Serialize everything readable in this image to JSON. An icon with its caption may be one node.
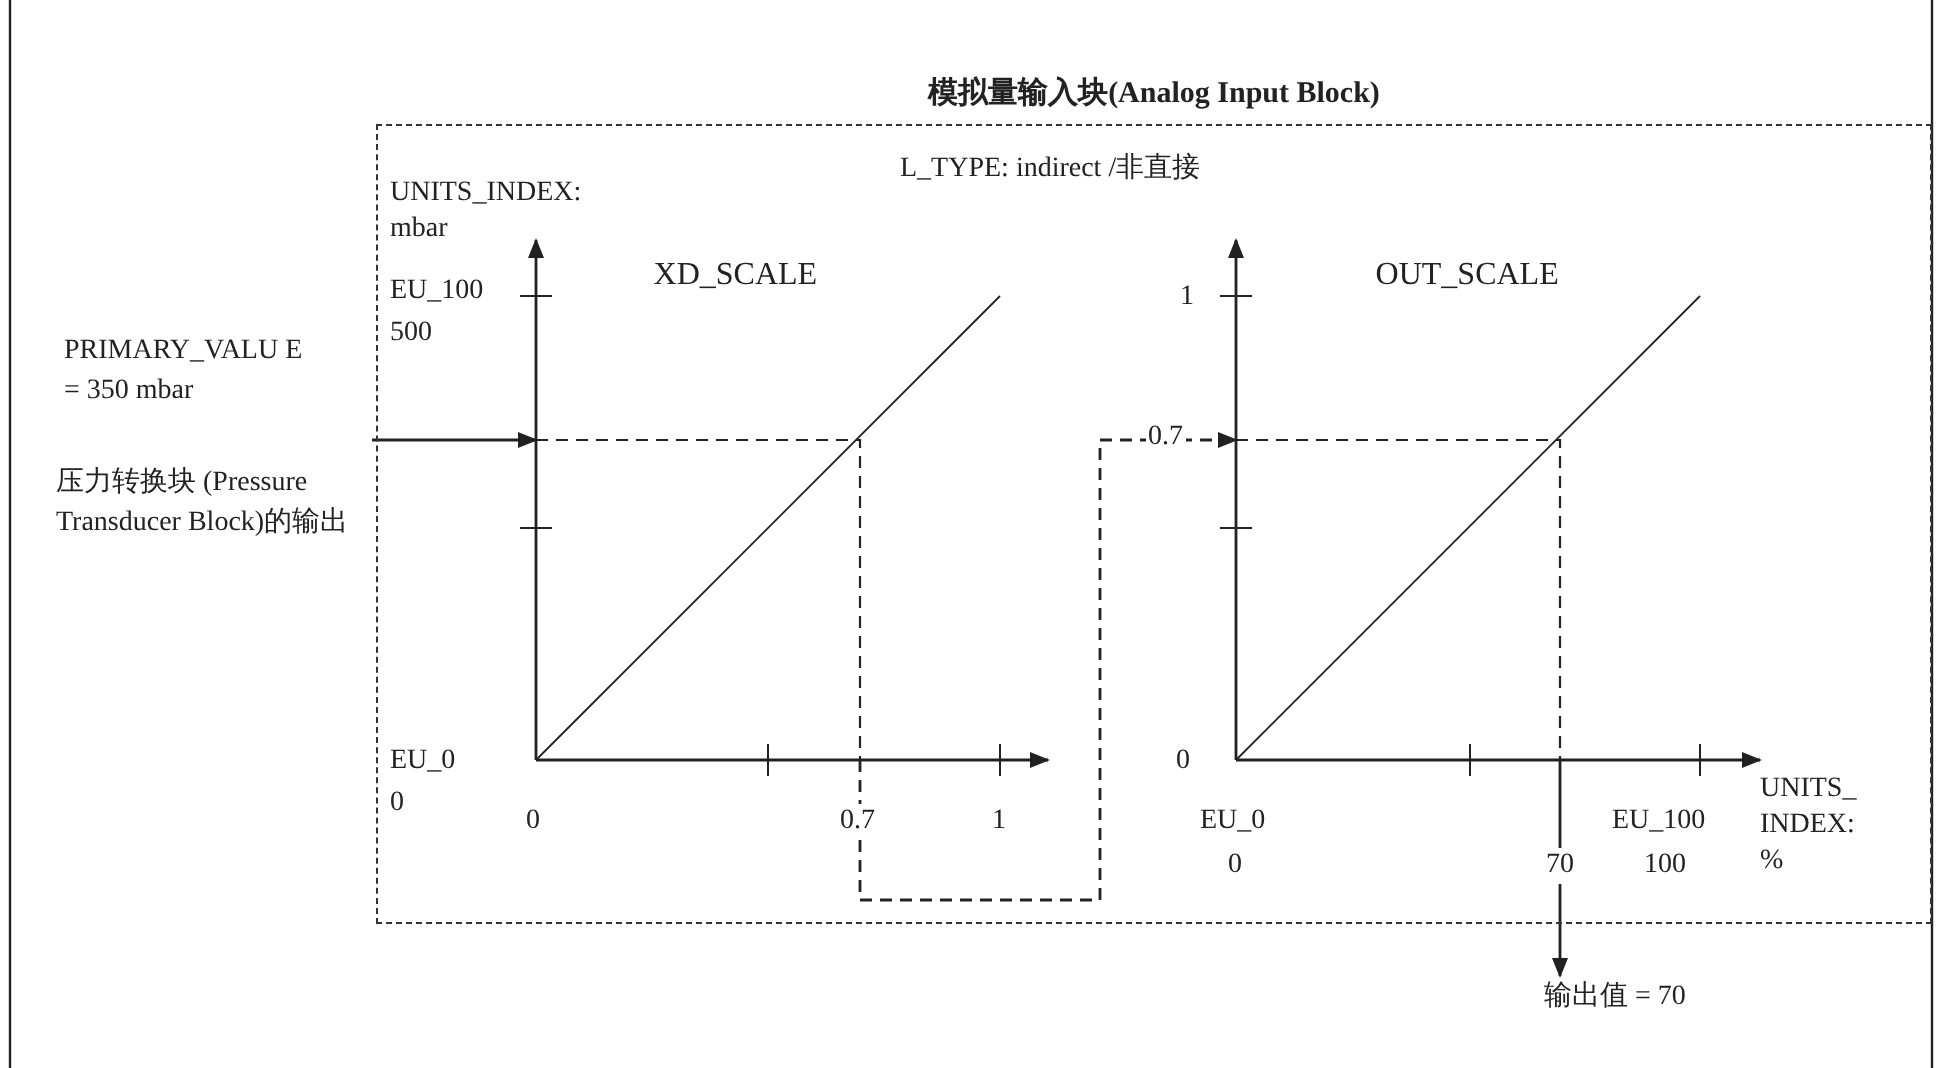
{
  "diagram": {
    "nodes": [
      {
        "text": [
          "模拟量输入块(Analog Input Block)"
        ]
      },
      {
        "text": [
          "XD_SCALE"
        ],
        "in": 0
      },
      {
        "text": [
          "OUT_SCALE"
        ],
        "in": 0
      },
      {
        "text": [
          "PRIMARY_VALU E = 350 mbar",
          "压力转换块 (Pressure Transducer Block)的输出"
        ]
      },
      {
        "text": [
          "输出值 = 70"
        ]
      }
    ],
    "edges": [
      {
        "from": 3,
        "to": 1,
        "arrow": "to"
      },
      {
        "from": 1,
        "to": 2,
        "arrow": "to",
        "style": "dashed"
      },
      {
        "from": 2,
        "to": 4,
        "arrow": "to"
      }
    ],
    "labels": [
      "L_TYPE: indirect /非直接",
      "UNITS_INDEX: mbar",
      "EU_100",
      "500",
      "1",
      "0.7",
      "EU_0",
      "0",
      "0",
      "0",
      "0.7",
      "1",
      "EU_0",
      "0",
      "70",
      "EU_100",
      "100",
      "UNITS_ INDEX: %"
    ]
  }
}
